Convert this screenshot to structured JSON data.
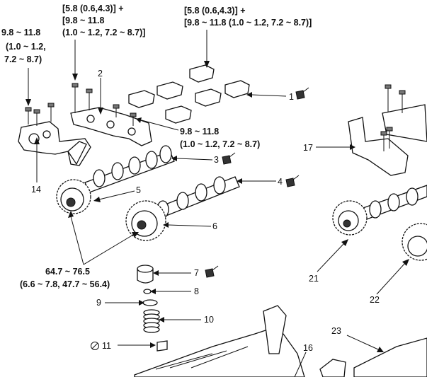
{
  "torques": {
    "t14_l1": "9.8 ~ 11.8",
    "t14_l2": "(1.0 ~ 1.2,",
    "t14_l3": "7.2 ~ 8.7)",
    "t2_l1": "[5.8 (0.6,4.3)] +",
    "t2_l2": "[9.8 ~ 11.8",
    "t2_l3": "(1.0 ~ 1.2, 7.2 ~ 8.7)]",
    "t1_l1": "[5.8 (0.6,4.3)] +",
    "t1_l2": "[9.8 ~ 11.8 (1.0 ~ 1.2, 7.2 ~ 8.7)]",
    "tmid_l1": "9.8 ~ 11.8",
    "tmid_l2": "(1.0 ~ 1.2, 7.2 ~ 8.7)",
    "tcam_l1": "64.7 ~ 76.5",
    "tcam_l2": "(6.6 ~ 7.8, 47.7 ~ 56.4)"
  },
  "parts": {
    "p1": "1",
    "p2": "2",
    "p3": "3",
    "p4": "4",
    "p5": "5",
    "p6": "6",
    "p7": "7",
    "p8": "8",
    "p9": "9",
    "p10": "10",
    "p11": "11",
    "p14": "14",
    "p16": "16",
    "p17": "17",
    "p21": "21",
    "p22": "22",
    "p23": "23"
  },
  "icons": {
    "oil": "oil-can-icon",
    "replace": "do-not-reuse-icon"
  }
}
